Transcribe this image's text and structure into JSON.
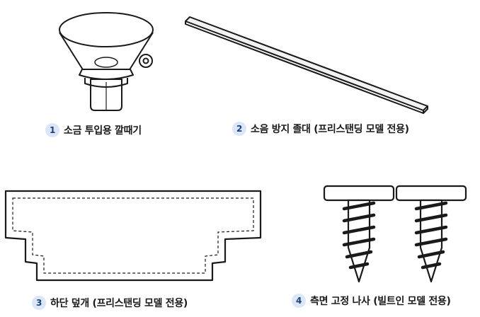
{
  "parts": [
    {
      "number": "1",
      "label": "소금 투입용 깔때기",
      "icon": "funnel-icon"
    },
    {
      "number": "2",
      "label": "소음 방지 졸대 (프리스탠딩 모델 전용)",
      "icon": "strip-icon"
    },
    {
      "number": "3",
      "label": "하단 덮개 (프리스탠딩 모델 전용)",
      "icon": "bottom-cover-icon"
    },
    {
      "number": "4",
      "label": "측면 고정 나사 (빌트인 모델 전용)",
      "icon": "screw-icon"
    }
  ],
  "colors": {
    "badge_background": "#dbe7f8",
    "badge_text": "#1f3f7a",
    "line": "#1a1a1a"
  }
}
